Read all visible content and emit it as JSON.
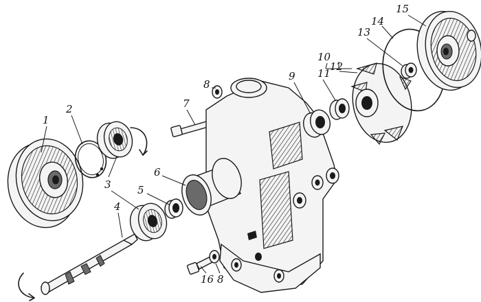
{
  "callouts": {
    "c1": "1",
    "c2": "2",
    "c3": "3",
    "c4": "4",
    "c5": "5",
    "c6": "6",
    "c7": "7",
    "c8a": "8",
    "c8b": "8",
    "c9": "9",
    "c10": "10",
    "c11": "11",
    "c12": "12",
    "c13": "13",
    "c14": "14",
    "c15": "15",
    "c16": "16"
  },
  "colors": {
    "ink": "#1a1a1a",
    "paper": "#ffffff"
  }
}
